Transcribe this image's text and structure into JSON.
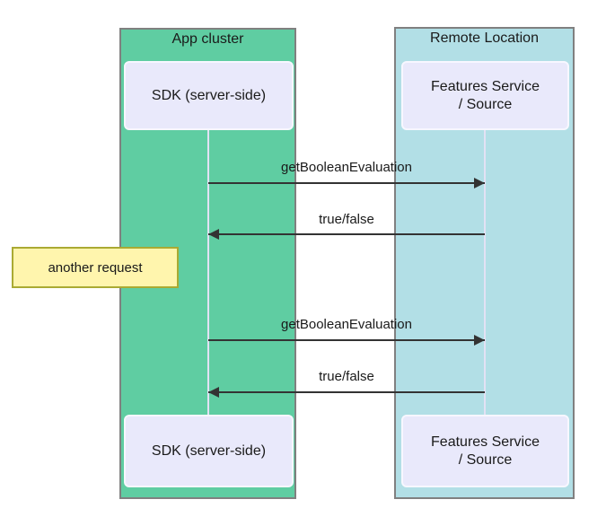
{
  "groups": [
    {
      "label": "App cluster"
    },
    {
      "label": "Remote Location"
    }
  ],
  "actors": [
    {
      "label": "SDK (server-side)"
    },
    {
      "label": "Features Service\n/ Source"
    }
  ],
  "messages": [
    {
      "label": "getBooleanEvaluation",
      "direction": "right"
    },
    {
      "label": "true/false",
      "direction": "left"
    },
    {
      "label": "getBooleanEvaluation",
      "direction": "right"
    },
    {
      "label": "true/false",
      "direction": "left"
    }
  ],
  "note": {
    "text": "another request",
    "position": "left"
  },
  "colors": {
    "group_left_fill": "#5fcda2",
    "group_right_fill": "#b2dfe6",
    "group_border": "#808080",
    "actor_fill": "#e9e9fb",
    "actor_border": "#f7f7ff",
    "lifeline": "#e2e2f4",
    "arrow": "#333333",
    "note_fill": "#fff5ad",
    "note_border": "#aaaa33",
    "text": "#1a1a1a"
  }
}
